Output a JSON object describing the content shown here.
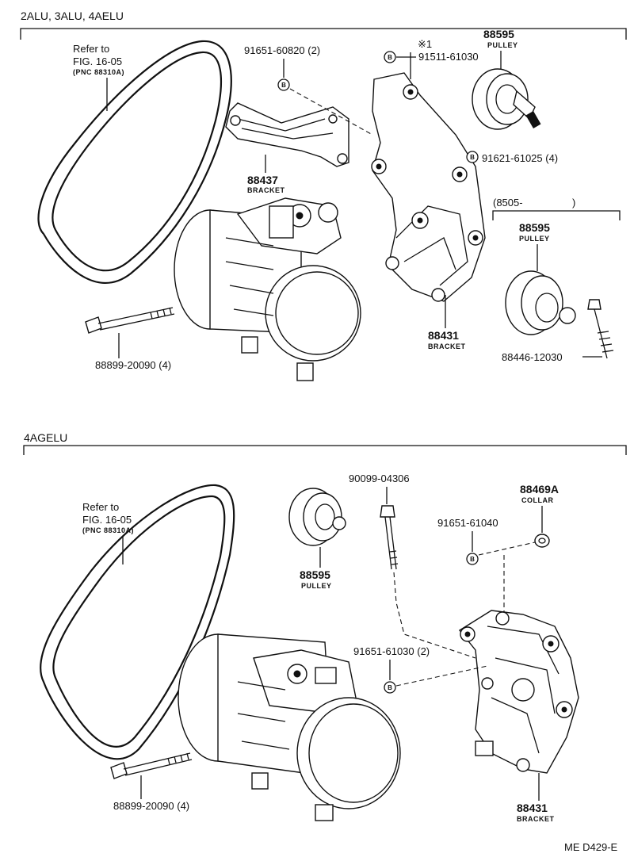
{
  "sections": {
    "top": {
      "title": "2ALU, 3ALU, 4AELU"
    },
    "bottom": {
      "title": "4AGELU"
    }
  },
  "top": {
    "belt_ref": {
      "line1": "Refer to",
      "line2": "FIG. 16-05",
      "line3": "(PNC 88310A)"
    },
    "bolt_60820": "91651-60820 (2)",
    "star_note": "※1",
    "bolt_61030": "91511-61030",
    "pulley_88595": {
      "pn": "88595",
      "name": "PULLEY"
    },
    "bolt_61025": "91621-61025 (4)",
    "bracket_88437": {
      "pn": "88437",
      "name": "BRACKET"
    },
    "range": "(8505-",
    "range_close": ")",
    "pulley2_88595": {
      "pn": "88595",
      "name": "PULLEY"
    },
    "bracket_88431": {
      "pn": "88431",
      "name": "BRACKET"
    },
    "bolt_12030": "88446-12030",
    "bolt_20090": "88899-20090 (4)"
  },
  "bottom": {
    "belt_ref": {
      "line1": "Refer to",
      "line2": "FIG. 16-05",
      "line3": "(PNC 88310A)"
    },
    "bolt_04306": "90099-04306",
    "collar_88469a": {
      "pn": "88469A",
      "name": "COLLAR"
    },
    "bolt_61040": "91651-61040",
    "pulley_88595": {
      "pn": "88595",
      "name": "PULLEY"
    },
    "bolt_61030": "91651-61030 (2)",
    "bolt_20090": "88899-20090 (4)",
    "bracket_88431": {
      "pn": "88431",
      "name": "BRACKET"
    }
  },
  "marker": "B",
  "footer_code": "ME D429-E"
}
